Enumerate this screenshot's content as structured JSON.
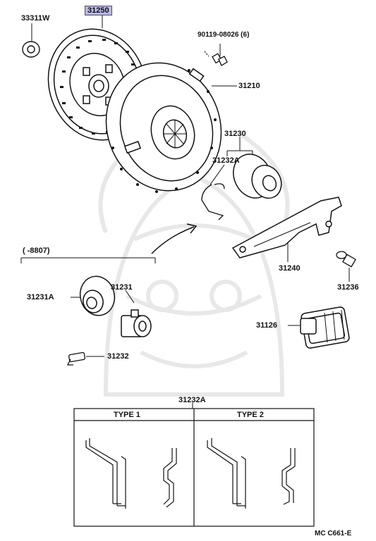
{
  "parts": {
    "p31250": "31250",
    "p33311w": "33311W",
    "p90119": "90119-08026 (6)",
    "p31210": "31210",
    "p31230": "31230",
    "p31232a_top": "31232A",
    "p31240": "31240",
    "p31236": "31236",
    "p31231a": "31231A",
    "p31231": "31231",
    "p31126": "31126",
    "p31232": "31232",
    "p31232a_box": "31232A"
  },
  "date_range": "(      -8807)",
  "types": {
    "type1": "TYPE  1",
    "type2": "TYPE  2"
  },
  "diagram_code": "MC  C661-E",
  "colors": {
    "highlight": "#b9b7e6",
    "ink": "#111111",
    "watermark": "#ececec"
  }
}
